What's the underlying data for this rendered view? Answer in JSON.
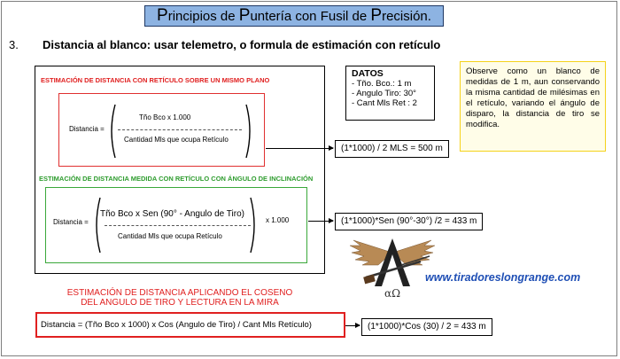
{
  "title": {
    "parts": [
      {
        "cap": "P",
        "rest": "rincipios de "
      },
      {
        "cap": "P",
        "rest": "untería con Fusil de "
      },
      {
        "cap": "P",
        "rest": "recisión."
      }
    ]
  },
  "section": {
    "number": "3.",
    "heading": "Distancia al blanco: usar telemetro, o formula de estimación con retículo"
  },
  "box1": {
    "label": "ESTIMACIÓN DE DISTANCIA CON RETÍCULO SOBRE UN MISMO PLANO",
    "lhs": "Distancia =",
    "numerator": "Tño Bco x 1.000",
    "denominator": "Cantidad Mls que ocupa Retículo"
  },
  "box2": {
    "label": "ESTIMACIÓN DE DISTANCIA MEDIDA CON RETÍCULO CON ÁNGULO DE INCLINACIÓN",
    "lhs": "Distancia =",
    "numerator": "Tño Bco x Sen (90° - Angulo de Tiro)",
    "denominator": "Cantidad Mls que ocupa Retículo",
    "multiplier": "x 1.000"
  },
  "datos": {
    "heading": "DATOS",
    "lines": [
      "- Tño. Bco.: 1 m",
      "- Angulo Tiro: 30°",
      "- Cant Mls Ret : 2"
    ]
  },
  "note": "Observe como un blanco de medidas de 1 m, aun conservando la misma cantidad de milésimas en el retículo, variando el ángulo de disparo, la distancia de tiro se modifica.",
  "results": {
    "r1": "(1*1000) / 2 MLS = 500 m",
    "r2": "(1*1000)*Sen (90°-30°) /2 = 433 m",
    "r3": "(1*1000)*Cos (30) / 2 = 433 m"
  },
  "cosine": {
    "title_line1": "ESTIMACIÓN DE DISTANCIA APLICANDO EL COSENO",
    "title_line2": "DEL ANGULO DE TIRO Y LECTURA EN LA MIRA",
    "formula": "Distancia = (Tño Bco x 1000) x Cos (Angulo de Tiro) / Cant Mls Retículo)"
  },
  "logo": {
    "icon": "winged-alpha-omega-rifle-emblem",
    "text": "αΩ"
  },
  "url": "www.tiradoreslongrange.com",
  "colors": {
    "title_bg": "#8db3e2",
    "red": "#e02020",
    "green": "#2e9c2e",
    "note_border": "#f5d21a",
    "url": "#1f4fb5"
  }
}
